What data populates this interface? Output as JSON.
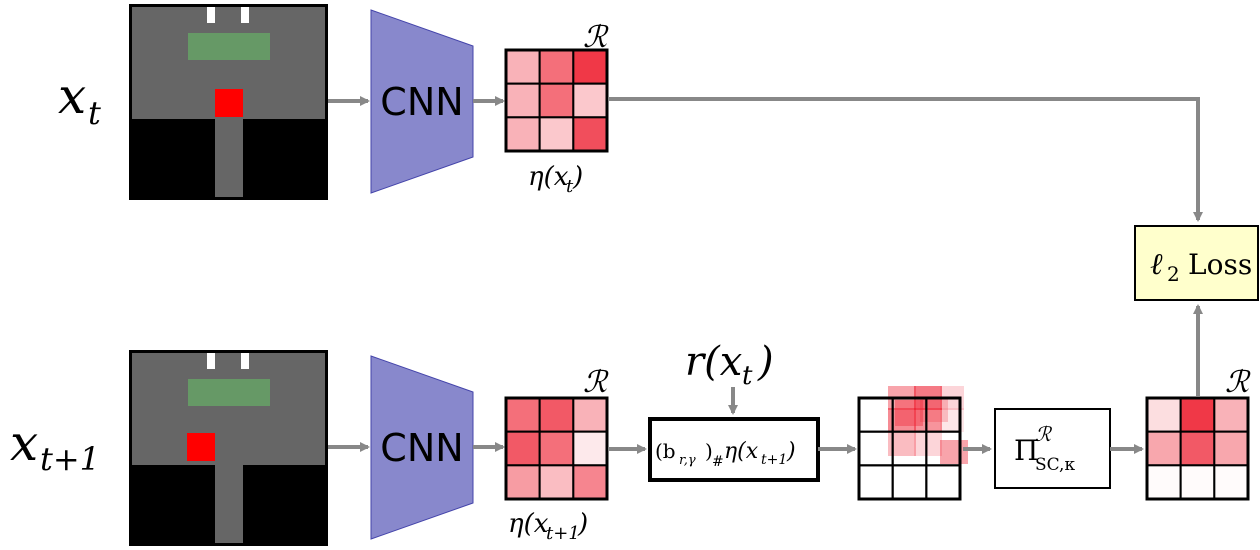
{
  "top_row": {
    "input_label": "x",
    "input_sub": "t",
    "cnn_label": "CNN",
    "grid_title": "ℛ",
    "grid_caption": "η(x",
    "grid_caption_sub": "t",
    "grid_caption_close": ")",
    "grid_cells": [
      0.35,
      0.65,
      0.9,
      0.35,
      0.65,
      0.25,
      0.35,
      0.25,
      0.8
    ]
  },
  "bottom_row": {
    "input_label": "x",
    "input_sub": "t+1",
    "cnn_label": "CNN",
    "grid_title": "ℛ",
    "grid_caption": "η(x",
    "grid_caption_sub": "t+1",
    "grid_caption_close": ")",
    "grid_cells": [
      0.65,
      0.75,
      0.35,
      0.75,
      0.65,
      0.1,
      0.45,
      0.3,
      0.55
    ],
    "reward_label": "r(x",
    "reward_sub": "t",
    "reward_close": ")",
    "pushforward_box": "(b",
    "pushforward_sub": "r,γ",
    "pushforward_rest": ")",
    "pushforward_hash": "#",
    "pushforward_eta": "η(x",
    "pushforward_eta_sub": "t+1",
    "pushforward_close": ")",
    "projection_symbol": "Π",
    "projection_sup": "ℛ",
    "projection_sub": "SC,κ",
    "output_grid_title": "ℛ",
    "output_cells": [
      0.15,
      0.9,
      0.35,
      0.4,
      0.75,
      0.4,
      0.02,
      0.02,
      0.02
    ]
  },
  "loss_box": {
    "ell": "ℓ",
    "ell_sub": "2",
    "text": "Loss",
    "fill": "#ffffcc"
  },
  "colors": {
    "cnn_fill": "#8888cc",
    "arrow": "#888888",
    "game_gray": "#666666",
    "game_green": "#669966",
    "player_red": "#ff0000",
    "cell_red": "#ee2233"
  }
}
